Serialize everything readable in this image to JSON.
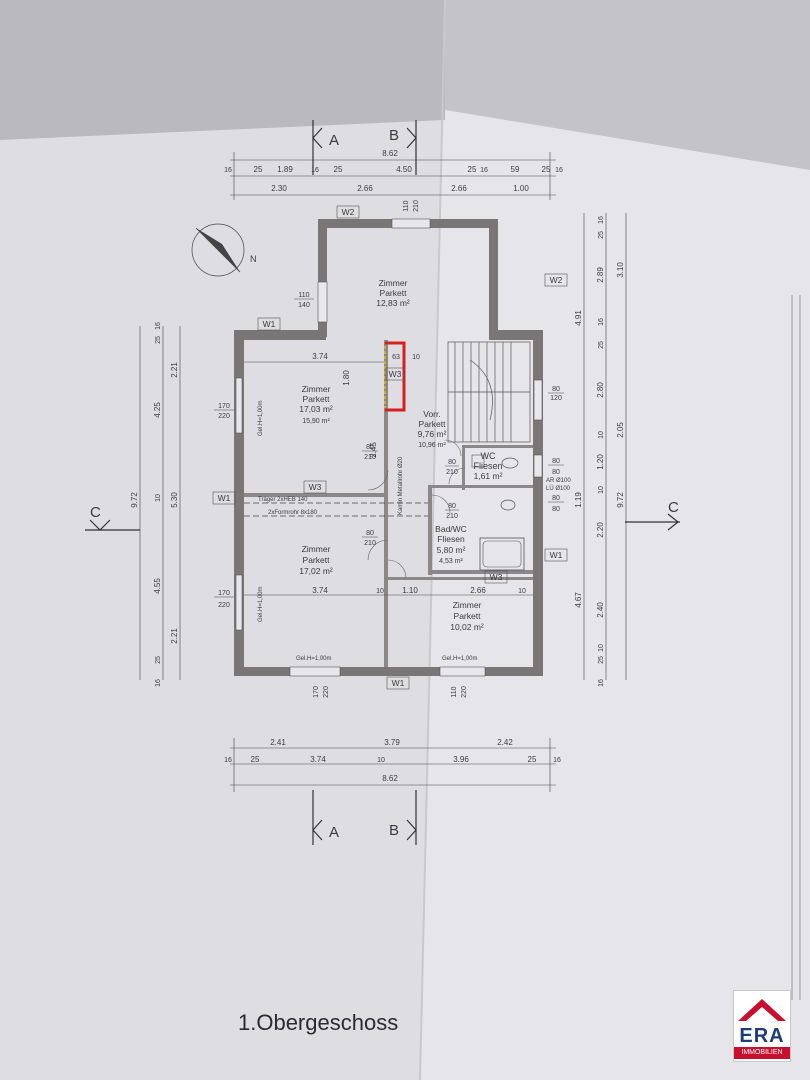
{
  "title": "1.Obergeschoss",
  "logo": {
    "brand": "ERA",
    "subtitle": "IMMOBILIEN",
    "roof_color": "#c8102e",
    "text_color": "#1d3c7a"
  },
  "colors": {
    "wall": "#787474",
    "paper": "#e4e4e8",
    "line": "#3a3a40",
    "red": "#d42020"
  },
  "rooms": [
    {
      "name": "Zimmer",
      "floor": "Parkett",
      "area": "12,83 m²"
    },
    {
      "name": "Zimmer",
      "floor": "Parkett",
      "area": "17,03 m²",
      "area_alt": "15,90 m²"
    },
    {
      "name": "Vorr.",
      "floor": "Parkett",
      "area": "9,76 m²",
      "area_alt": "10,96 m²"
    },
    {
      "name": "WC",
      "floor": "Fliesen",
      "area": "1,61 m²"
    },
    {
      "name": "Bad/WC",
      "floor": "Fliesen",
      "area": "5,80 m²",
      "area_alt": "4,53 m²"
    },
    {
      "name": "Zimmer",
      "floor": "Parkett",
      "area": "17,02 m²"
    },
    {
      "name": "Zimmer",
      "floor": "Parkett",
      "area": "10,02 m²"
    }
  ],
  "window_types": [
    "W1",
    "W2",
    "W3"
  ],
  "sections": [
    "A",
    "B",
    "C"
  ],
  "annotations": {
    "beam": "Träger 2xHEB 140",
    "chimney": "Kamin Metallrohr Ø20",
    "pipe": "2xFormrohr 8x180",
    "sill": "Gel.H=1,00m",
    "ar": "AR Ø100",
    "lue": "LÜ Ø100",
    "stair_sill": "Gel.H=1,00m"
  },
  "dims_top": {
    "total": "8.62",
    "row1": [
      "16",
      "25",
      "1.89",
      "16",
      "25",
      "4.50",
      "25",
      "16",
      "59",
      "25",
      "16"
    ],
    "row2": [
      "2.30",
      "2.66",
      "2.66",
      "1.00"
    ]
  },
  "dims_bottom": {
    "total": "8.62",
    "row1": [
      "2.41",
      "3.79",
      "2.42"
    ],
    "row2": [
      "16",
      "25",
      "3.74",
      "10",
      "3.96",
      "25",
      "16"
    ]
  },
  "dims_left": {
    "total": "9.72",
    "inner": [
      "4.25",
      "10",
      "5.30"
    ],
    "outer": [
      "16",
      "25",
      "2.21",
      "4.55",
      "2.21",
      "25",
      "16"
    ]
  },
  "dims_right": {
    "total": "9.72",
    "outer": [
      "16",
      "25",
      "2.89",
      "3.10",
      "4.91",
      "16",
      "25",
      "2.80",
      "2.05",
      "10",
      "1.20",
      "1.19",
      "10",
      "2.20",
      "4.67",
      "2.40",
      "10",
      "25",
      "16"
    ]
  },
  "openings": {
    "w2_top": "110\n210",
    "w2_left": "110\n140",
    "w1_left_a": "170\n220",
    "w1_left_b": "170\n220",
    "w1_bottom_a": "170\n220",
    "w1_bottom_b": "110\n220",
    "door_a": "80\n210",
    "door_b": "80\n210",
    "door_c": "80\n120",
    "door_d": "80\n80",
    "door_e": "80\n210",
    "door_f": "80\n80",
    "door_g": "80\n210",
    "inner_dims": [
      "3.74",
      "1.80",
      "63",
      "10",
      "2.45",
      "3.74",
      "1.10",
      "2.66",
      "10",
      "10"
    ]
  }
}
